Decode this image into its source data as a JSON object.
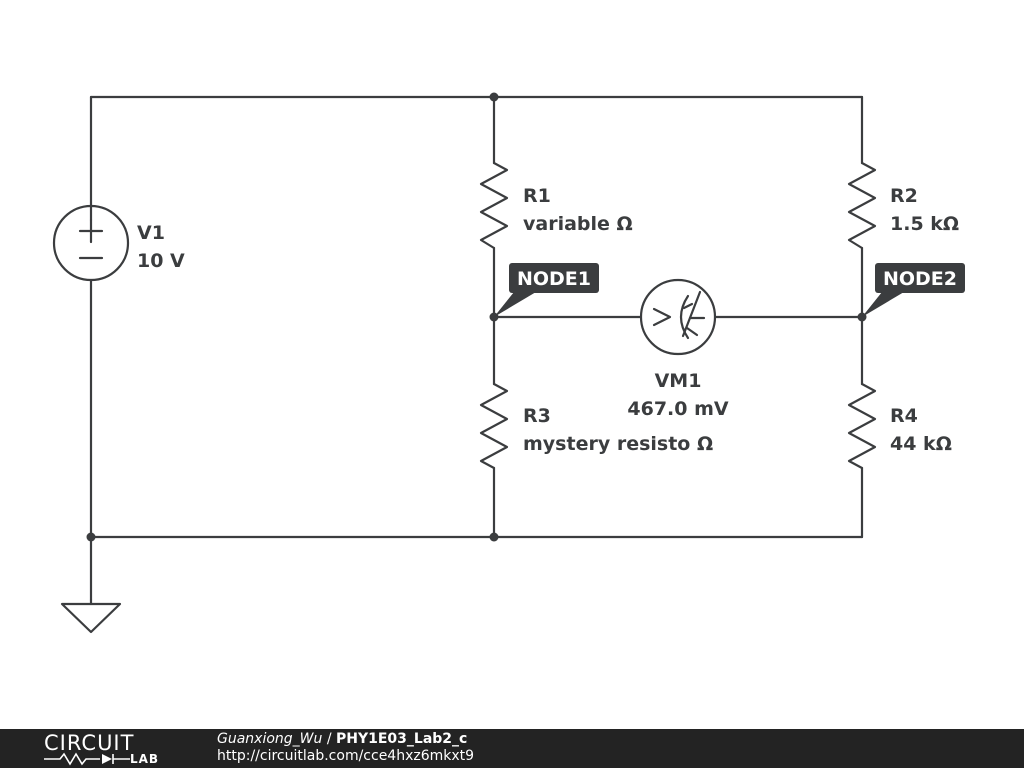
{
  "circuit": {
    "V1": {
      "name": "V1",
      "value": "10 V"
    },
    "R1": {
      "name": "R1",
      "value": "variable Ω"
    },
    "R2": {
      "name": "R2",
      "value": "1.5 kΩ"
    },
    "R3": {
      "name": "R3",
      "value": "mystery resisto Ω"
    },
    "R4": {
      "name": "R4",
      "value": "44 kΩ"
    },
    "VM1": {
      "name": "VM1",
      "value": "467.0 mV"
    },
    "node1": "NODE1",
    "node2": "NODE2"
  },
  "footer": {
    "logo_top": "CIRCUIT",
    "logo_bottom": "LAB",
    "author": "Guanxiong_Wu",
    "separator": " / ",
    "title": "PHY1E03_Lab2_c",
    "url": "http://circuitlab.com/cce4hxz6mkxt9"
  },
  "colors": {
    "wire": "#3b3d3f",
    "footer_bg": "#232323"
  }
}
